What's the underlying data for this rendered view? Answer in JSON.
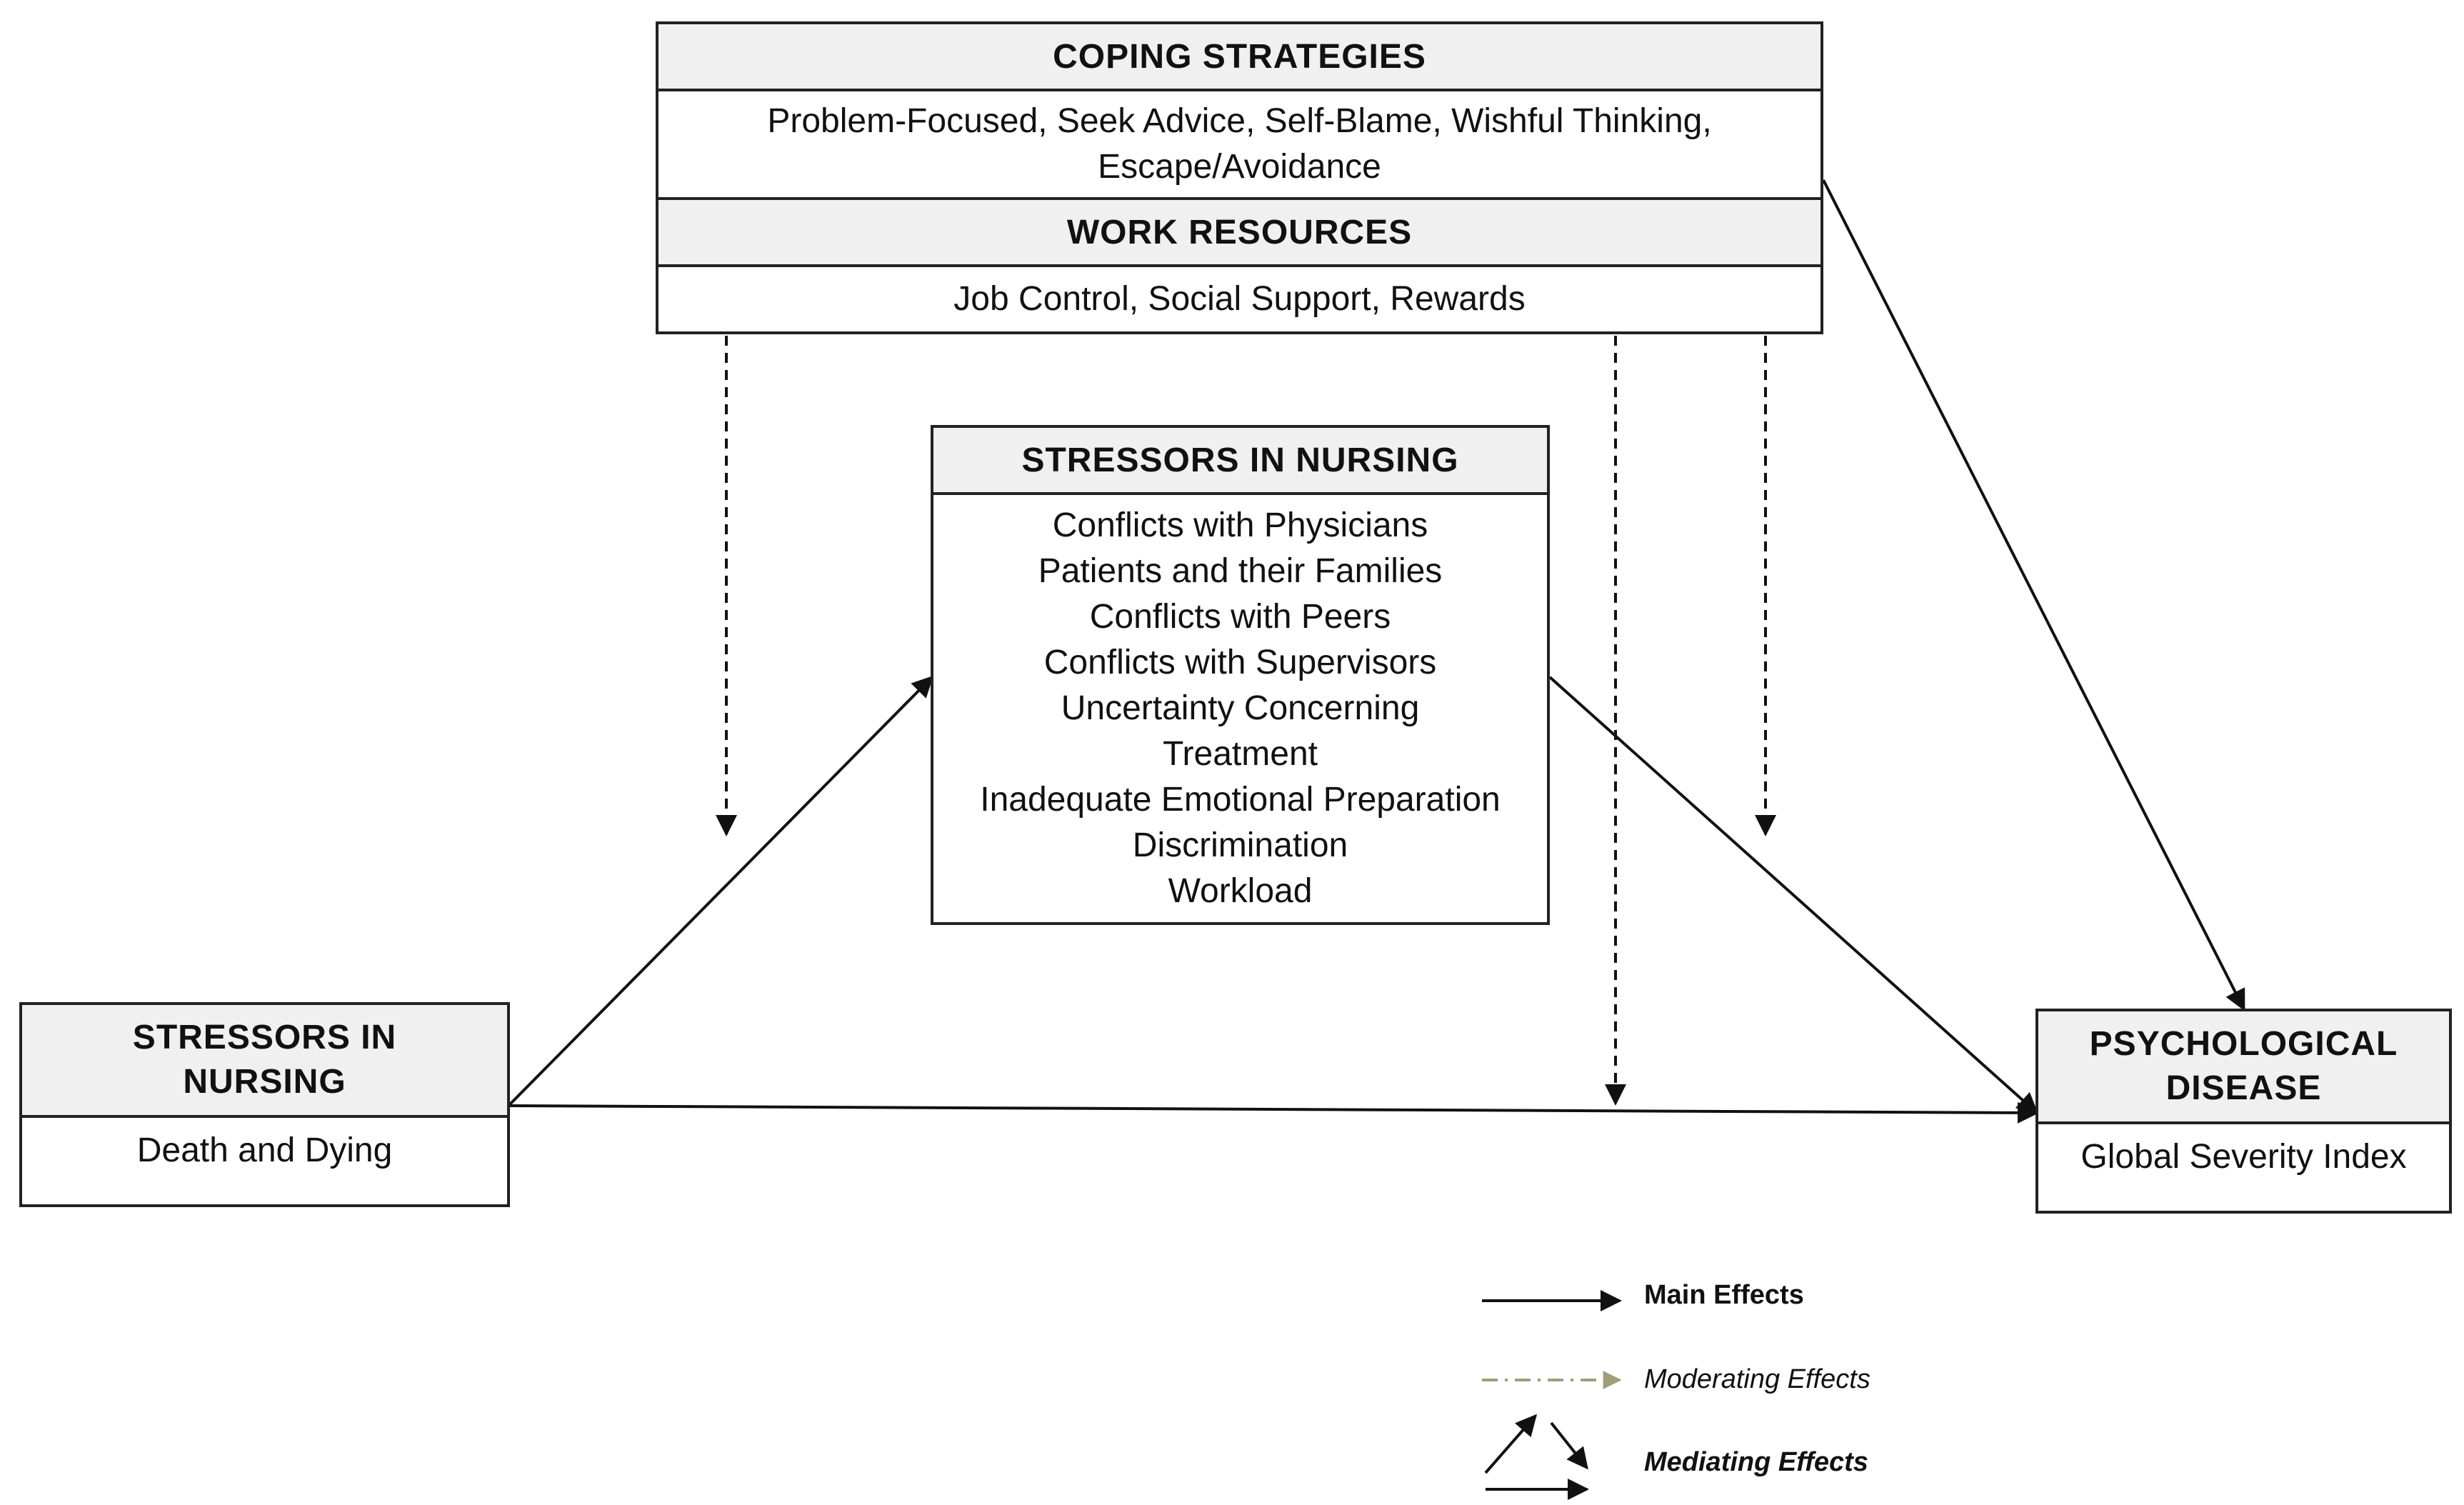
{
  "coping": {
    "header": "COPING STRATEGIES",
    "body_line1": "Problem-Focused, Seek Advice, Self-Blame, Wishful Thinking,",
    "body_line2": "Escape/Avoidance"
  },
  "work": {
    "header": "WORK RESOURCES",
    "body": "Job Control, Social Support, Rewards"
  },
  "stressors_center": {
    "header": "STRESSORS IN NURSING",
    "items": [
      "Conflicts with Physicians",
      "Patients and their Families",
      "Conflicts with Peers",
      "Conflicts with Supervisors",
      "Uncertainty Concerning",
      "Treatment",
      "Inadequate Emotional Preparation",
      "Discrimination",
      "Workload"
    ]
  },
  "stressors_left": {
    "header_line1": "STRESSORS IN",
    "header_line2": "NURSING",
    "body": "Death and Dying"
  },
  "outcome": {
    "header_line1": "PSYCHOLOGICAL",
    "header_line2": "DISEASE",
    "body": "Global Severity Index"
  },
  "legend": {
    "main": "Main Effects",
    "moderating": "Moderating Effects",
    "mediating": "Mediating Effects"
  },
  "colors": {
    "line": "#111111",
    "header_fill": "#f0f0f0",
    "moderating_line": "#a39e7a"
  }
}
